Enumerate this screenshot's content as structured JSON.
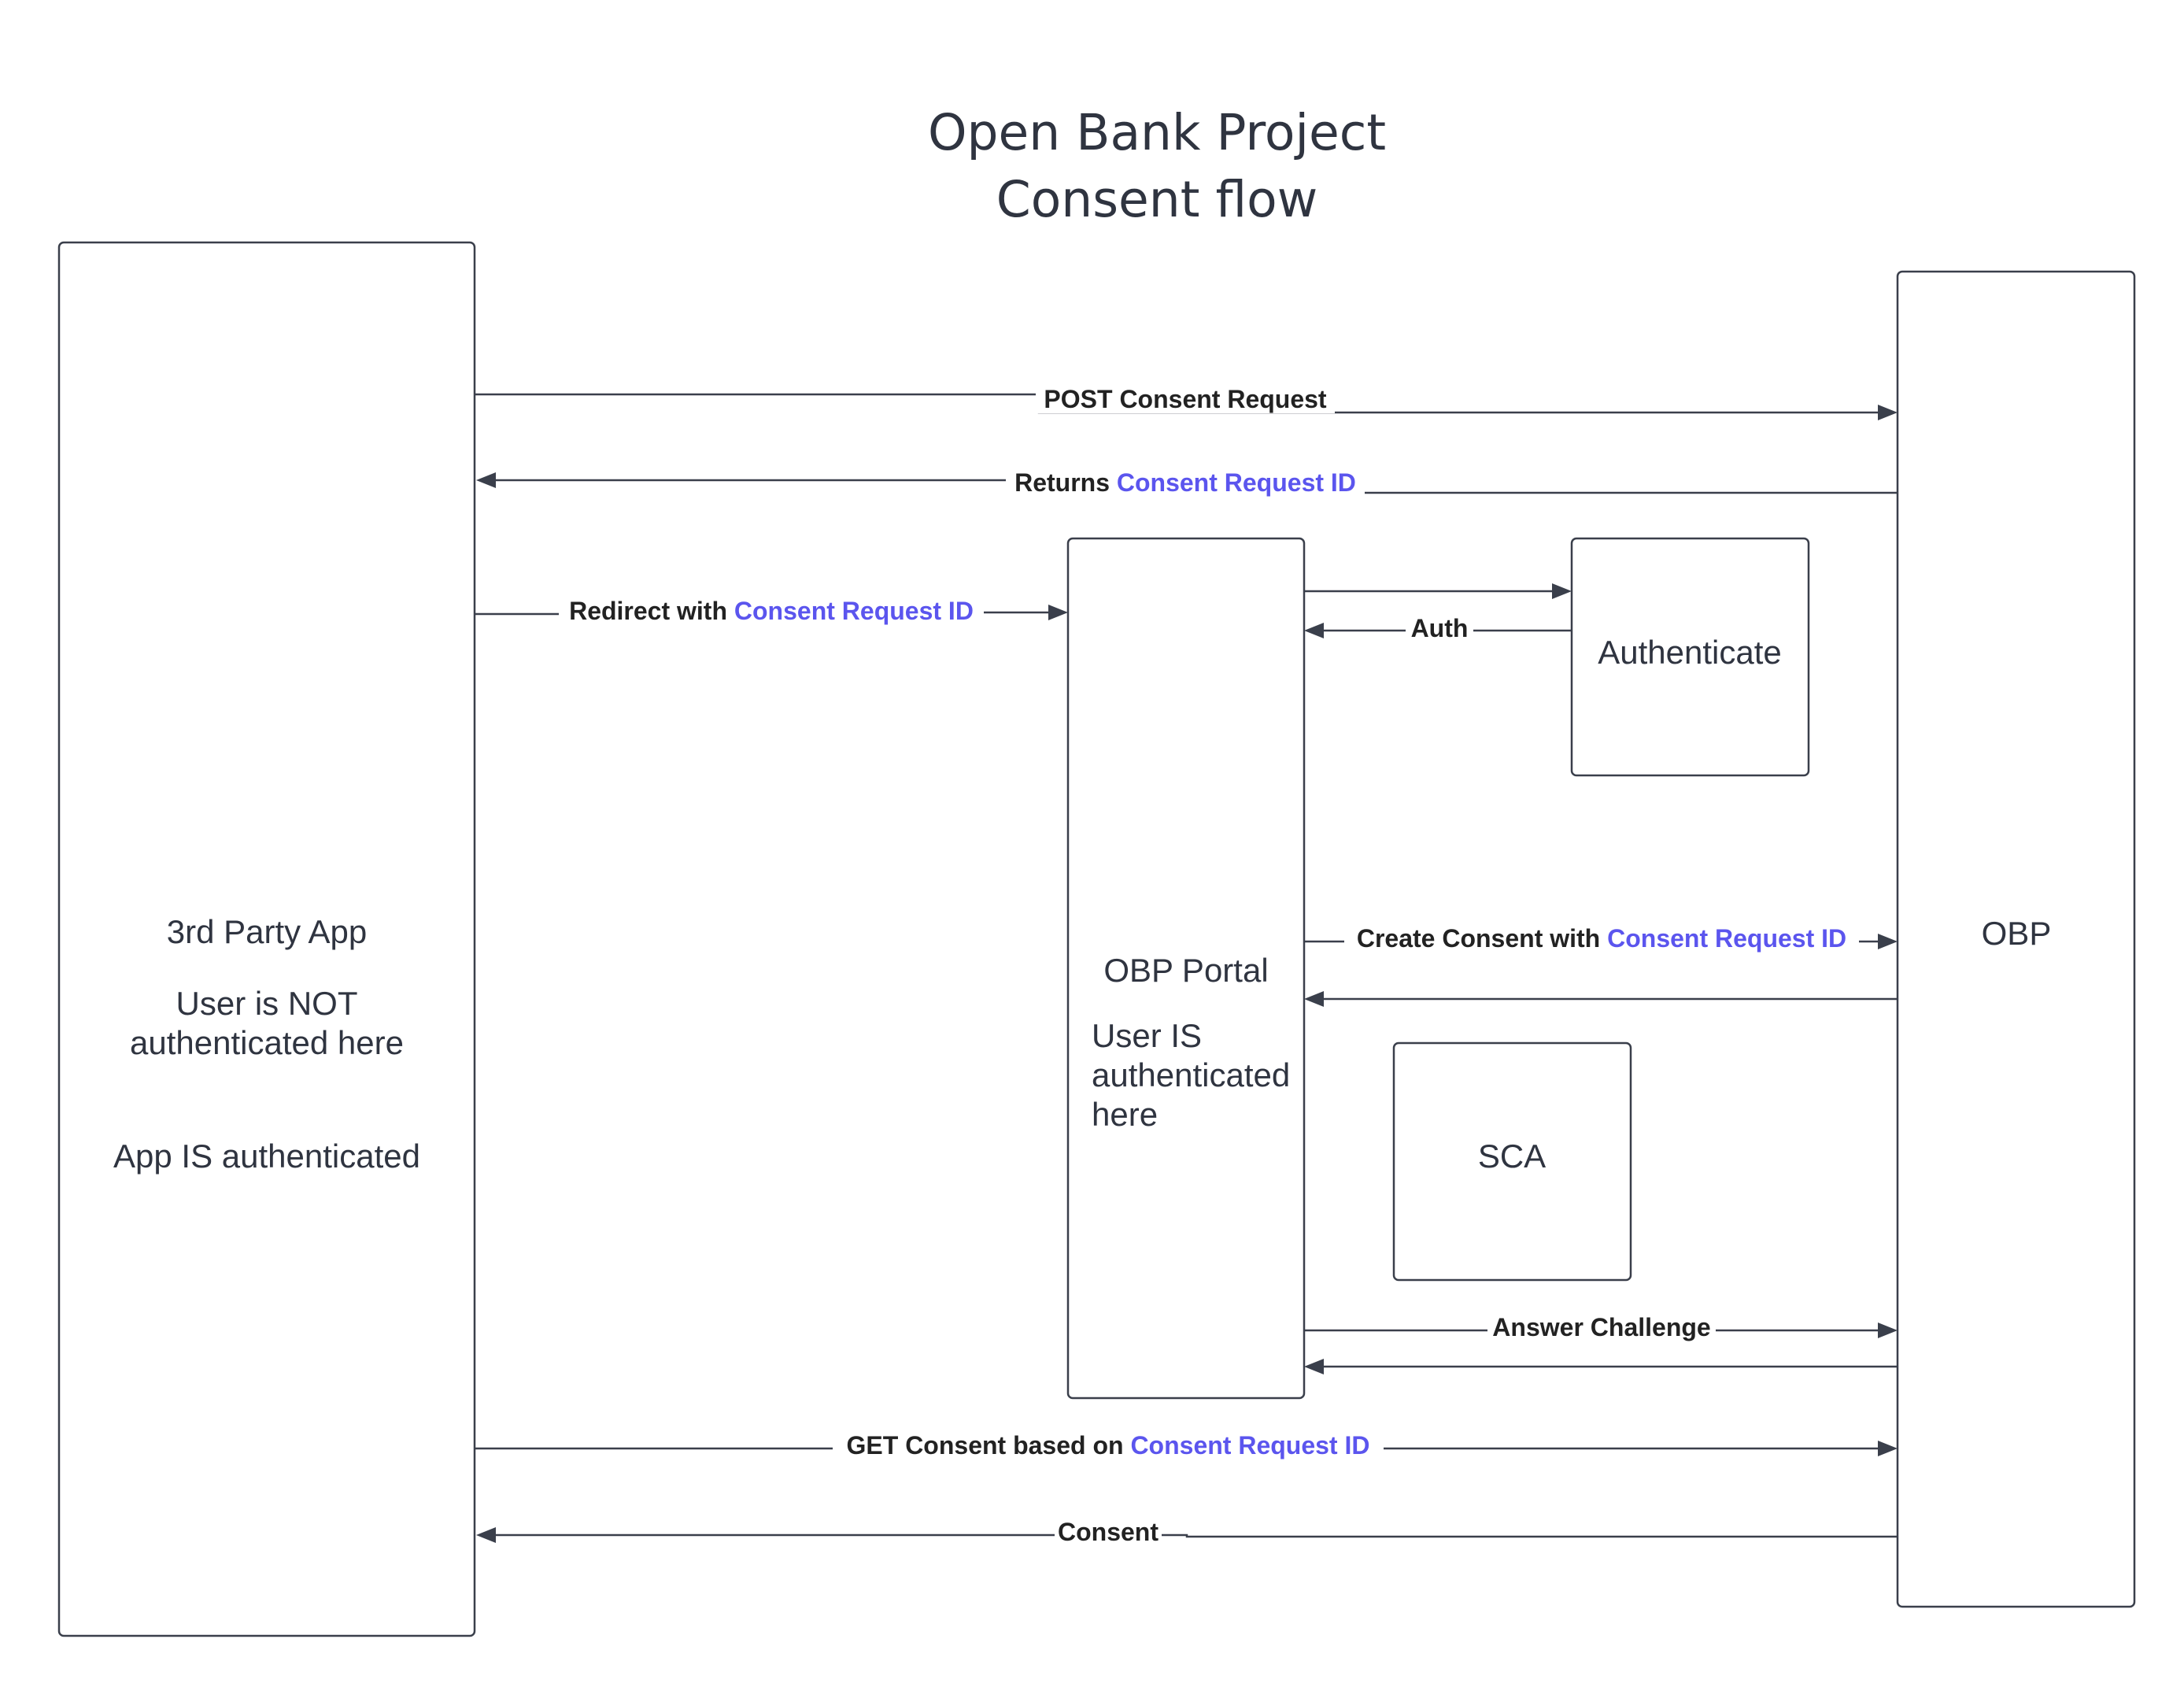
{
  "title": {
    "line1": "Open Bank Project",
    "line2": "Consent flow"
  },
  "colors": {
    "stroke": "#3a3f4b",
    "text": "#2f3440",
    "highlight": "#5b55ee"
  },
  "nodes": {
    "third_party": {
      "name": "3rd Party App",
      "line1": "User is NOT",
      "line2": "authenticated here",
      "line3": "App IS authenticated"
    },
    "obp": {
      "name": "OBP"
    },
    "portal": {
      "name": "OBP Portal",
      "line1": "User IS",
      "line2": "authenticated",
      "line3": "here"
    },
    "authenticate": {
      "name": "Authenticate"
    },
    "sca": {
      "name": "SCA"
    }
  },
  "messages": {
    "post_consent_request": "POST Consent Request",
    "returns_prefix": "Returns ",
    "redirect_prefix": "Redirect with ",
    "auth": "Auth",
    "create_consent_prefix": "Create Consent with ",
    "answer_challenge": "Answer Challenge",
    "get_consent_prefix": "GET Consent based on ",
    "consent": "Consent",
    "consent_request_id": "Consent Request ID"
  }
}
